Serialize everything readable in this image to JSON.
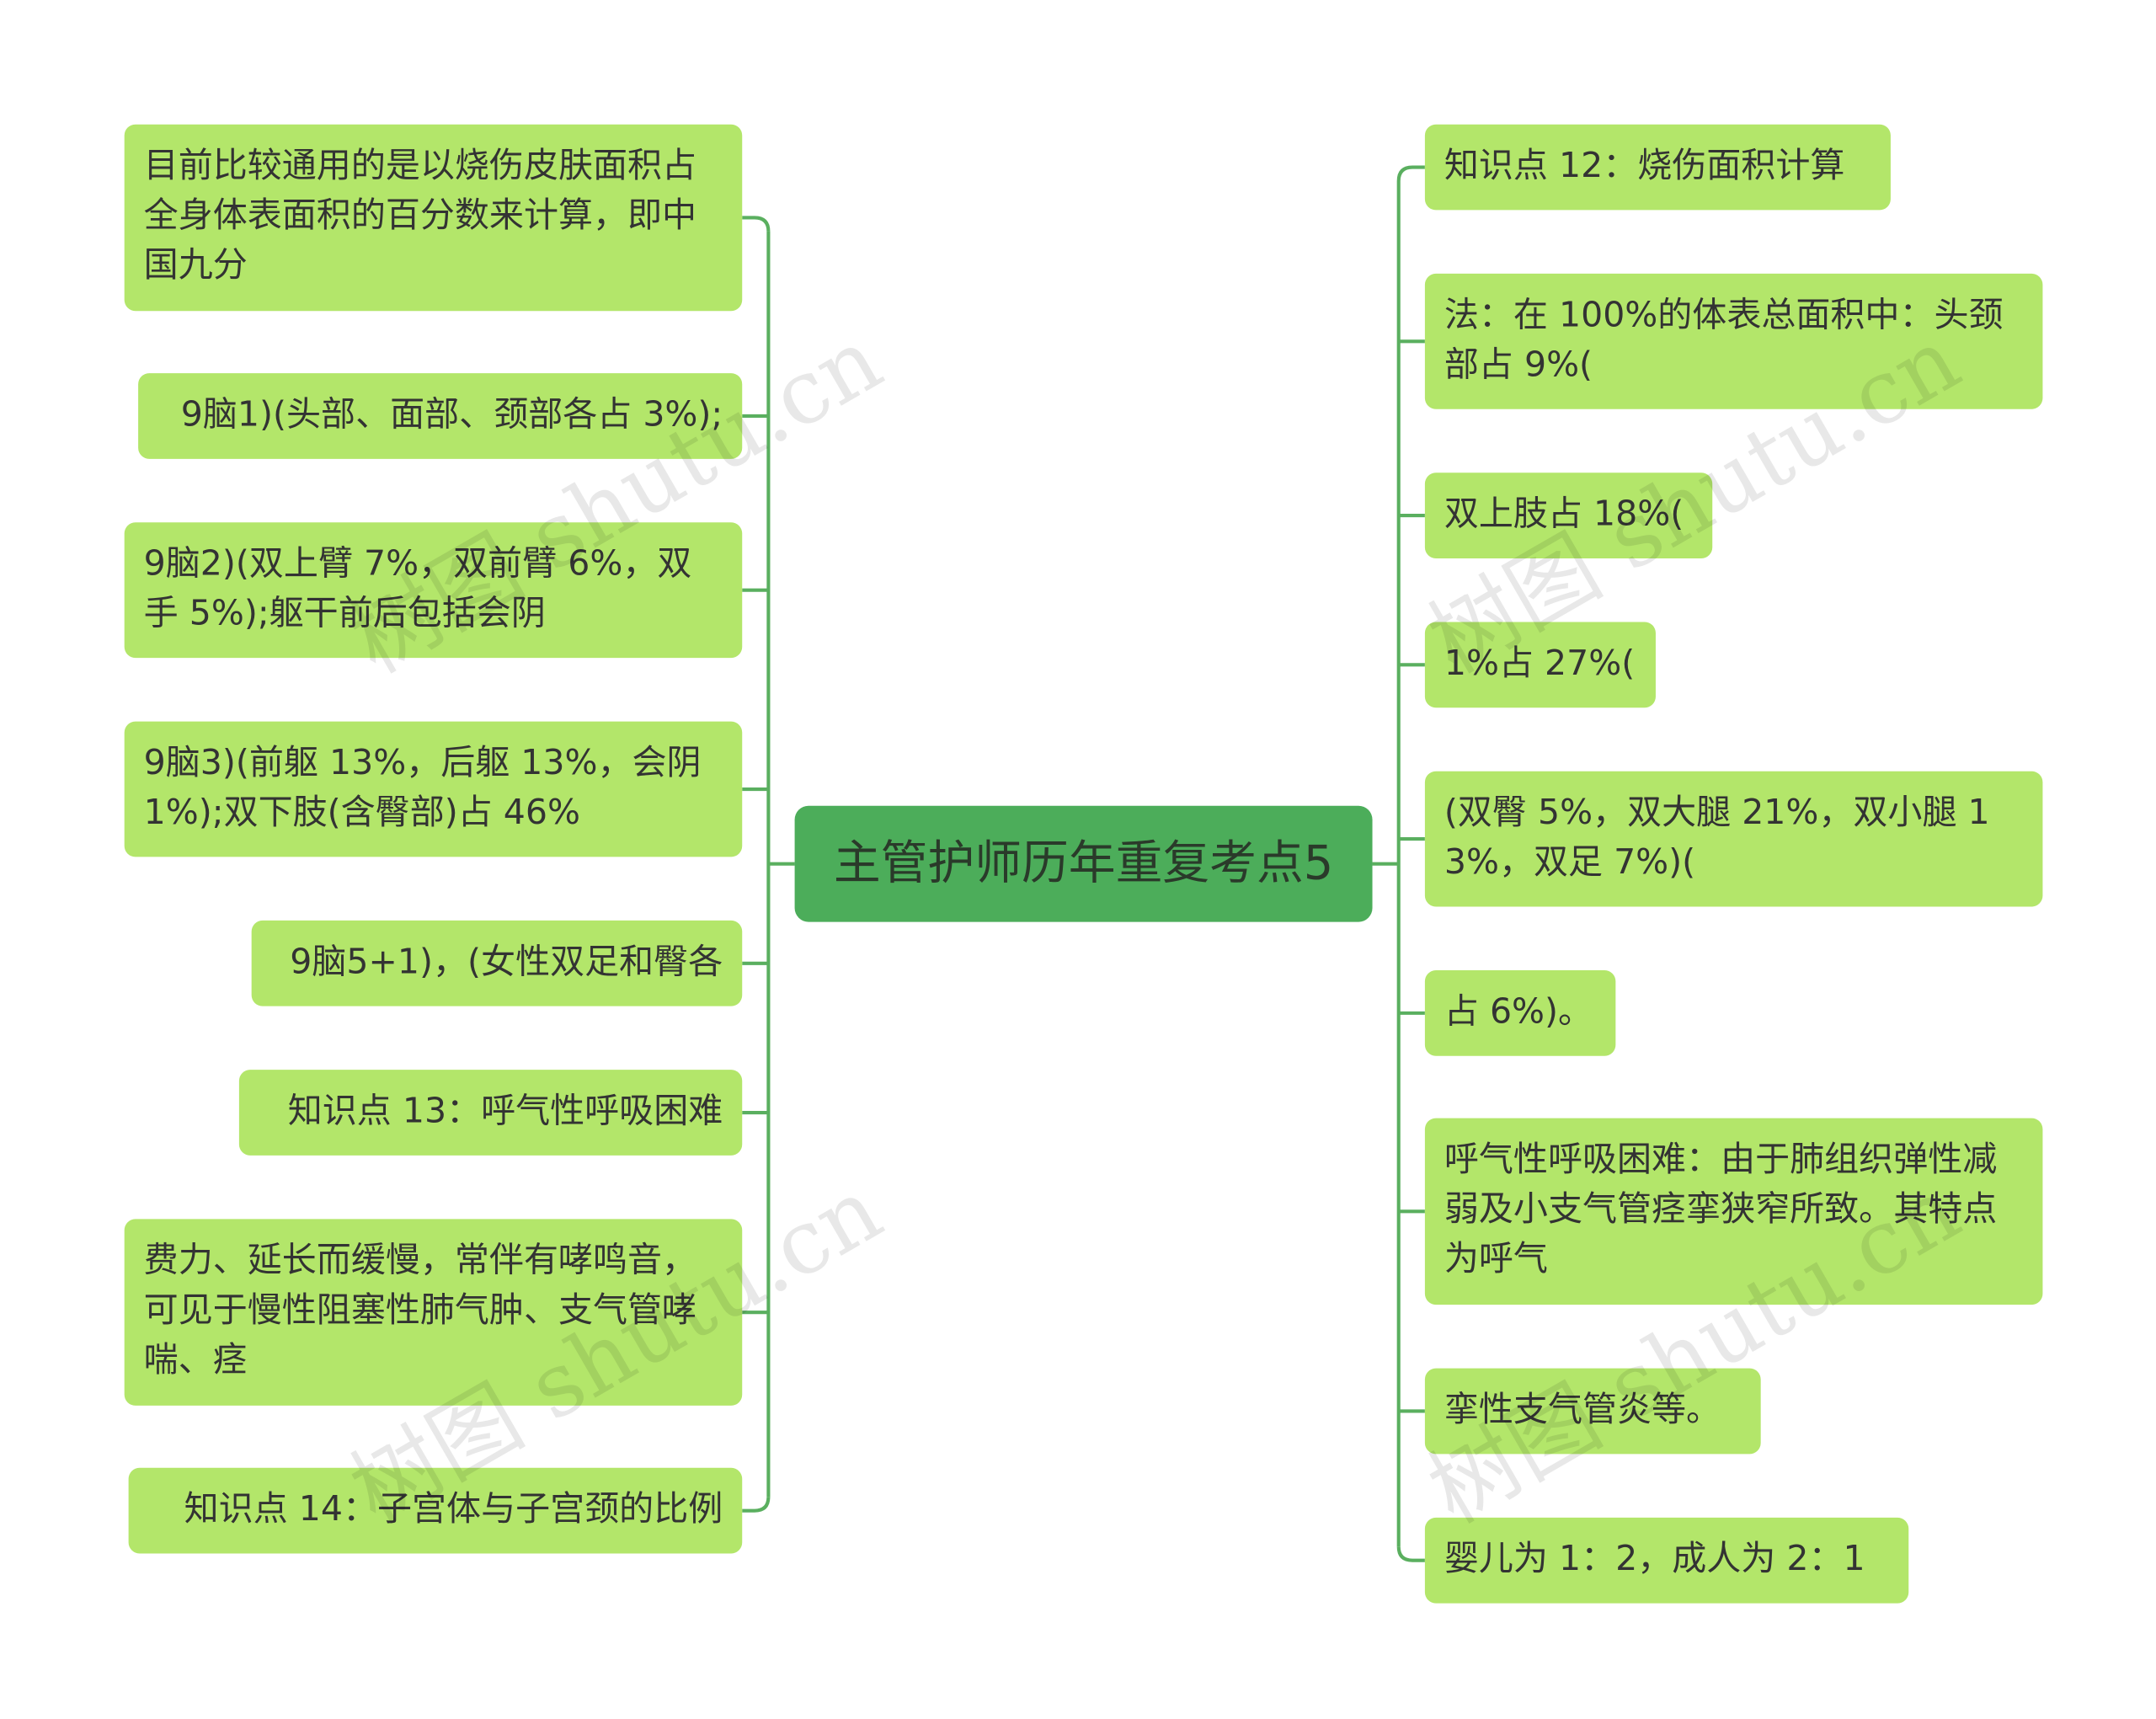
{
  "root": {
    "label": "主管护师历年重复考点5"
  },
  "left_nodes": [
    {
      "label": "目前比较通用的是以烧伤皮肤面积占全身体表面积的百分数来计算，即中国九分"
    },
    {
      "label": "9脑1)(头部、面部、颈部各占 3%);"
    },
    {
      "label": "9脑2)(双上臂 7%，双前臂 6%，双手 5%);躯干前后包括会阴"
    },
    {
      "label": "9脑3)(前躯 13%，后躯 13%，会阴 1%);双下肢(含臀部)占 46%"
    },
    {
      "label": "9脑5+1)，(女性双足和臀各"
    },
    {
      "label": "知识点 13：呼气性呼吸困难"
    },
    {
      "label": "费力、延长而缓慢，常伴有哮鸣音，可见于慢性阻塞性肺气肿、支气管哮喘、痉"
    },
    {
      "label": "知识点 14：子宫体与子宫颈的比例"
    }
  ],
  "right_nodes": [
    {
      "label": "知识点 12：烧伤面积计算"
    },
    {
      "label": "法：在 100%的体表总面积中：头颈部占 9%("
    },
    {
      "label": "双上肢占 18%("
    },
    {
      "label": "1%占 27%("
    },
    {
      "label": "(双臀 5%，双大腿 21%，双小腿 13%，双足 7%)("
    },
    {
      "label": "占 6%)。"
    },
    {
      "label": "呼气性呼吸困难：由于肺组织弹性减弱及小支气管痉挛狭窄所致。其特点为呼气"
    },
    {
      "label": "挛性支气管炎等。"
    },
    {
      "label": "婴儿为 1：2，成人为 2：1"
    }
  ],
  "watermark": {
    "text": "树图 shutu.cn"
  },
  "colors": {
    "root_fill": "#4cad5a",
    "node_fill": "#b3e66a",
    "connector": "#5aaf5f",
    "text": "#333333"
  }
}
